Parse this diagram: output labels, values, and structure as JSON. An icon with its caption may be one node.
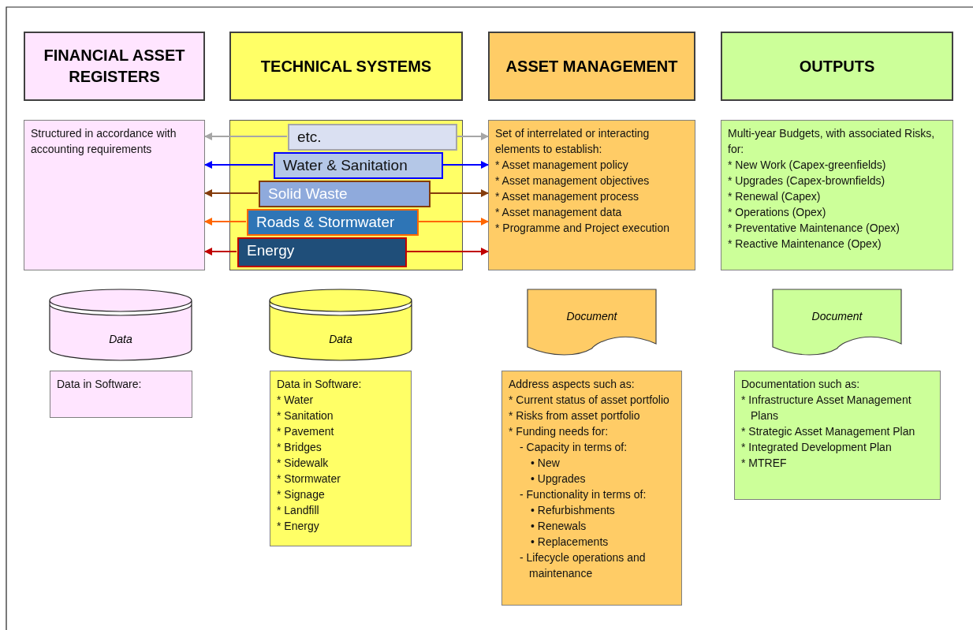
{
  "diagram": {
    "nodes": [
      {
        "text": [
          "FINANCIAL ASSET REGISTERS"
        ]
      },
      {
        "text": [
          "TECHNICAL SYSTEMS"
        ]
      },
      {
        "text": [
          "ASSET MANAGEMENT"
        ]
      },
      {
        "text": [
          "OUTPUTS"
        ]
      },
      {
        "text": [
          "Structured in accordance with accounting requirements"
        ]
      },
      {
        "text": [],
        "shape": "box"
      },
      {
        "text": [
          "etc."
        ],
        "in": 5
      },
      {
        "text": [
          "Water & Sanitation"
        ],
        "in": 5
      },
      {
        "text": [
          "Solid Waste"
        ],
        "in": 5
      },
      {
        "text": [
          "Roads & Stormwater"
        ],
        "in": 5
      },
      {
        "text": [
          "Energy"
        ],
        "in": 5
      },
      {
        "text": [
          "Set of interrelated or interacting elements to establish:",
          "* Asset management policy",
          "* Asset management objectives",
          "* Asset management process",
          "* Asset management data",
          "* Programme and Project execution"
        ]
      },
      {
        "text": [
          "Multi-year Budgets, with associated Risks, for:",
          "* New Work (Capex-greenfields)",
          "* Upgrades (Capex-brownfields)",
          "* Renewal (Capex)",
          "* Operations (Opex)",
          "* Preventative Maintenance (Opex)",
          "* Reactive Maintenance (Opex)"
        ]
      },
      {
        "text": [
          "Data"
        ]
      },
      {
        "text": [
          "Data"
        ]
      },
      {
        "text": [
          "Document"
        ]
      },
      {
        "text": [
          "Document"
        ]
      },
      {
        "text": [
          "Data in Software:"
        ]
      },
      {
        "text": [
          "Data in Software:",
          "* Water",
          "* Sanitation",
          "* Pavement",
          "* Bridges",
          "* Sidewalk",
          "* Stormwater",
          "* Signage",
          "* Landfill",
          "* Energy"
        ]
      },
      {
        "text": [
          "Address aspects such as:",
          "* Current status of asset portfolio",
          "* Risks from asset portfolio",
          "* Funding needs for:",
          "- Capacity in terms of:",
          "• New",
          "• Upgrades",
          "- Functionality in terms of:",
          "• Refurbishments",
          "• Renewals",
          "• Replacements",
          "- Lifecycle operations and maintenance"
        ]
      },
      {
        "text": [
          "Documentation such as:",
          "* Infrastructure Asset Management Plans",
          "* Strategic Asset Management Plan",
          "* Integrated Development Plan",
          "* MTREF"
        ]
      }
    ],
    "edges": [
      {
        "from": 6,
        "to": 4,
        "arrow": "to",
        "color": "#a6a6a6"
      },
      {
        "from": 7,
        "to": 4,
        "arrow": "to",
        "color": "#0000ff"
      },
      {
        "from": 8,
        "to": 4,
        "arrow": "to",
        "color": "#843c0c"
      },
      {
        "from": 9,
        "to": 4,
        "arrow": "to",
        "color": "#ff6600"
      },
      {
        "from": 10,
        "to": 4,
        "arrow": "to",
        "color": "#c00000"
      },
      {
        "from": 6,
        "to": 11,
        "arrow": "to",
        "color": "#a6a6a6"
      },
      {
        "from": 7,
        "to": 11,
        "arrow": "to",
        "color": "#0000ff"
      },
      {
        "from": 8,
        "to": 11,
        "arrow": "to",
        "color": "#843c0c"
      },
      {
        "from": 9,
        "to": 11,
        "arrow": "to",
        "color": "#ff6600"
      },
      {
        "from": 10,
        "to": 11,
        "arrow": "to",
        "color": "#c00000"
      }
    ]
  }
}
